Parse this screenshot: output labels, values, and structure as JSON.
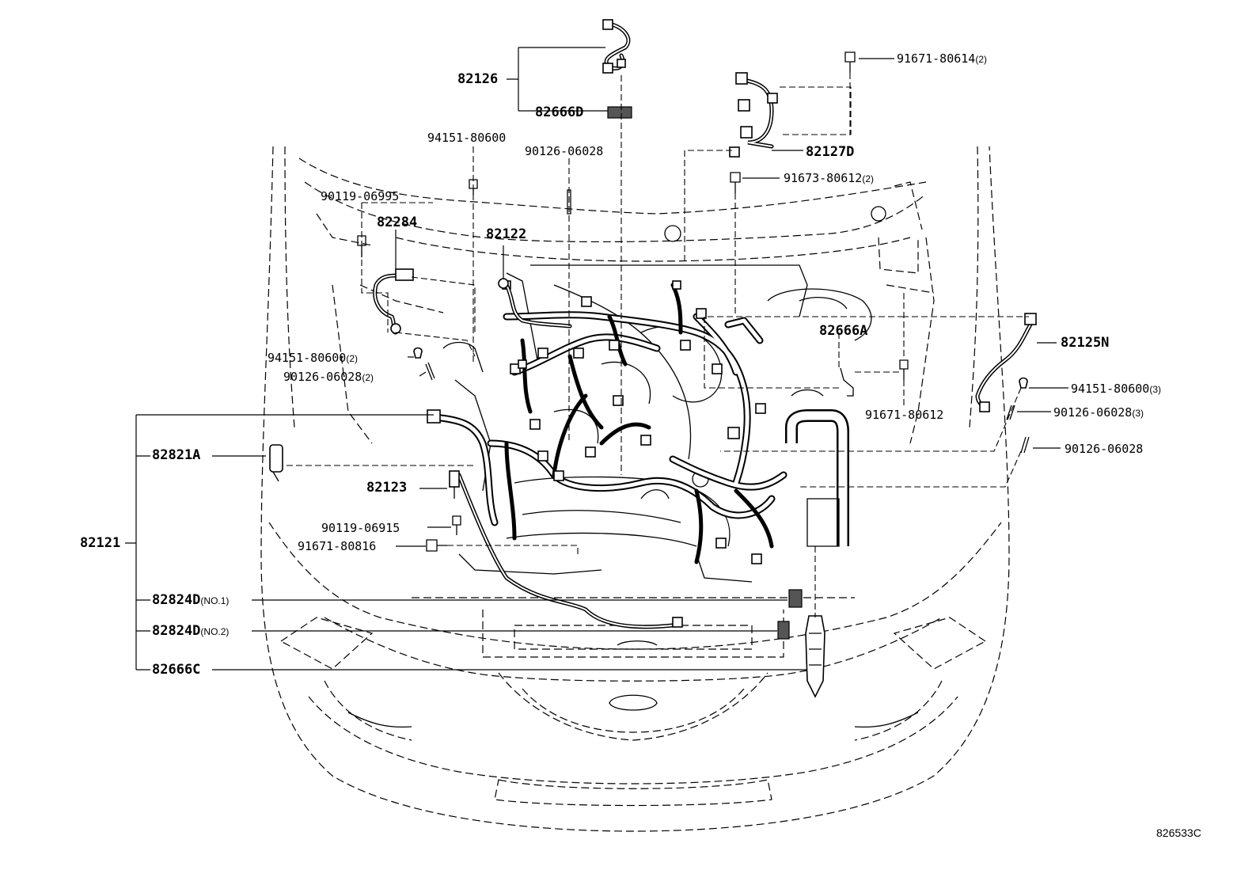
{
  "diagram_id": "826533C",
  "labels": {
    "p82126": "82126",
    "p82666D": "82666D",
    "p94151_80600": "94151-80600",
    "p90126_06028_top": "90126-06028",
    "p90119_06995": "90119-06995",
    "p82284": "82284",
    "p82122": "82122",
    "p91671_80614": "91671-80614",
    "p91671_80614_qty": "(2)",
    "p82127D": "82127D",
    "p91673_80612": "91673-80612",
    "p91673_80612_qty": "(2)",
    "p82666A": "82666A",
    "p82125N": "82125N",
    "p94151_80600_2": "94151-80600",
    "p94151_80600_2_qty": "(2)",
    "p90126_06028_2": "90126-06028",
    "p90126_06028_2_qty": "(2)",
    "p91671_80612": "91671-80612",
    "p94151_80600_3": "94151-80600",
    "p94151_80600_3_qty": "(3)",
    "p90126_06028_3": "90126-06028",
    "p90126_06028_3_qty": "(3)",
    "p90126_06028_r": "90126-06028",
    "p82821A": "82821A",
    "p82123": "82123",
    "p90119_06915": "90119-06915",
    "p91671_80816": "91671-80816",
    "p82121": "82121",
    "p82824D_1": "82824D",
    "p82824D_1_sfx": "(NO.1)",
    "p82824D_2": "82824D",
    "p82824D_2_sfx": "(NO.2)",
    "p82666C": "82666C"
  }
}
